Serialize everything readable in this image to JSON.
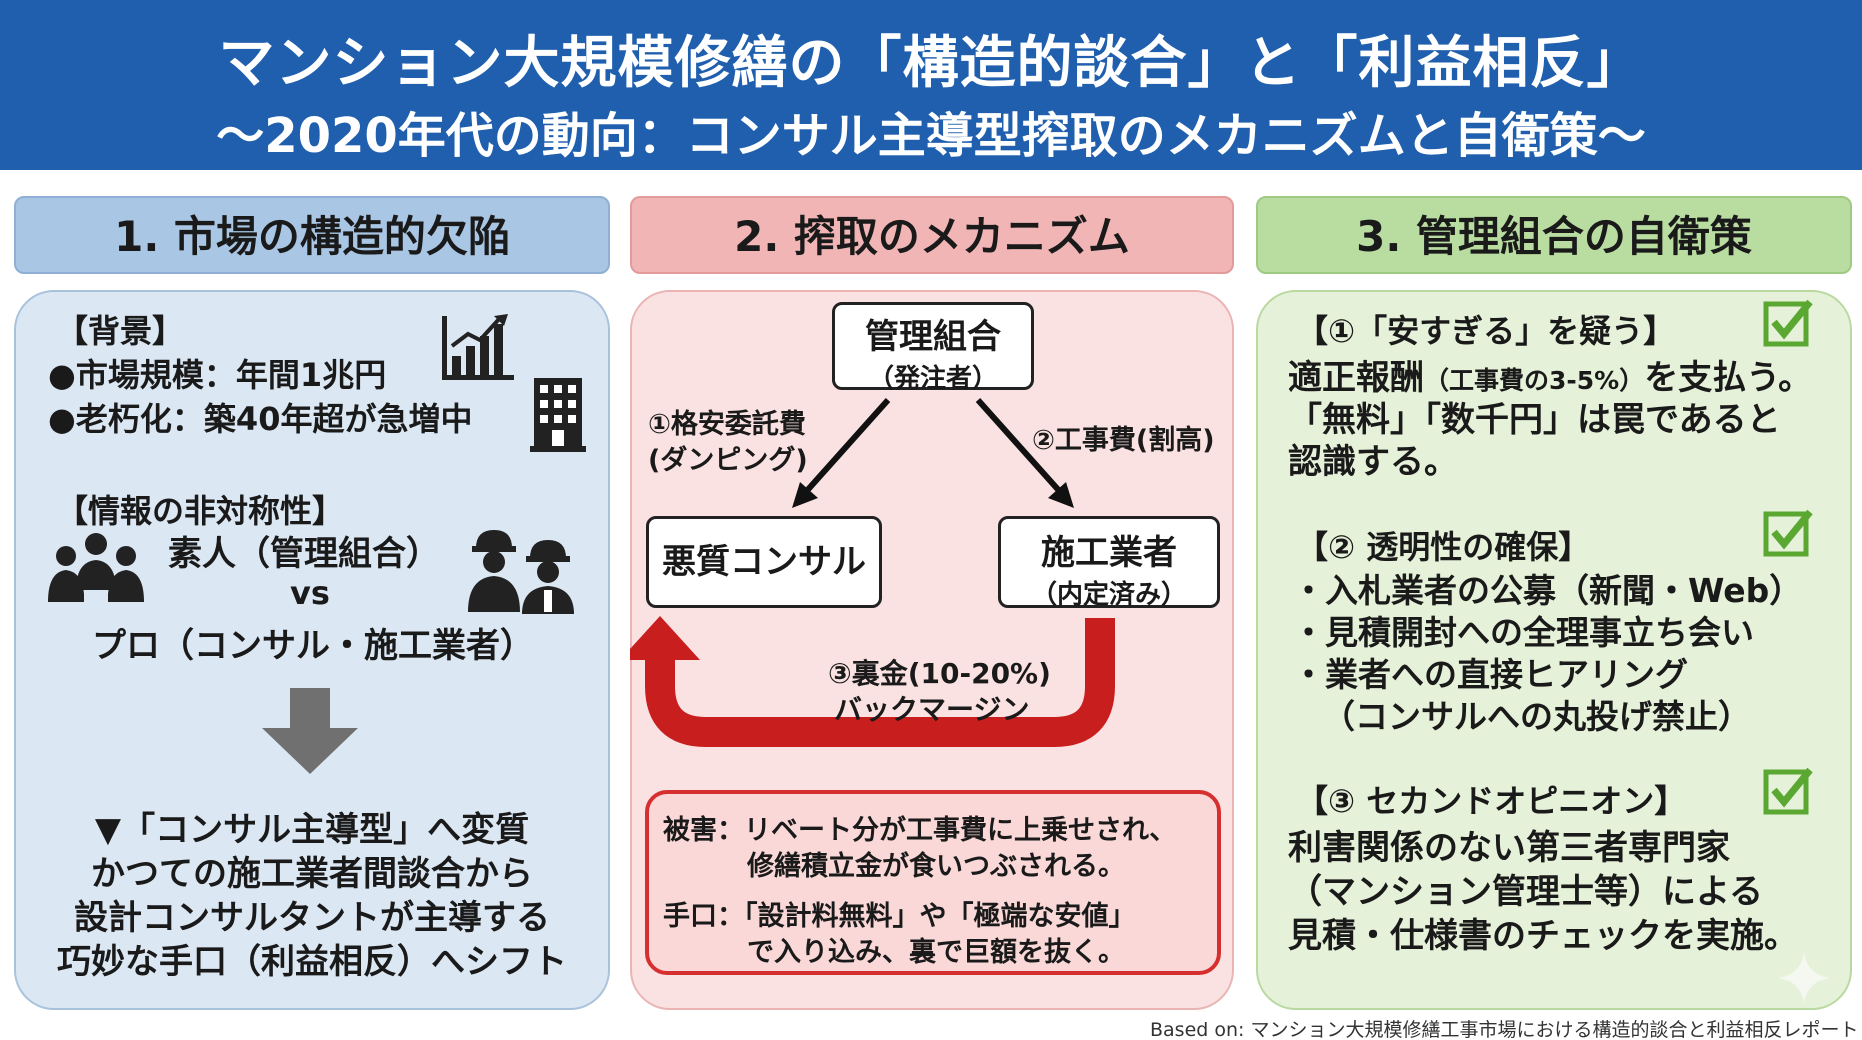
{
  "header": {
    "title": "マンション大規模修繕の「構造的談合」と「利益相反」",
    "subtitle": "〜2020年代の動向：コンサル主導型搾取のメカニズムと自衛策〜"
  },
  "col1": {
    "heading": "1. 市場の構造的欠陥",
    "background_label": "【背景】",
    "market_size": "●市場規模：年間1兆円",
    "aging": "●老朽化：築40年超が急増中",
    "asymmetry_label": "【情報の非対称性】",
    "amateur": "素人（管理組合）",
    "vs": "vs",
    "pro": "プロ（コンサル・施工業者）",
    "conclusion": [
      "▼「コンサル主導型」へ変質",
      "かつての施工業者間談合から",
      "設計コンサルタントが主導する",
      "巧妙な手口（利益相反）へシフト"
    ],
    "icons": [
      "bar-chart-icon",
      "building-icon",
      "people-group-icon",
      "workers-icon",
      "down-arrow-icon"
    ]
  },
  "col2": {
    "heading": "2. 搾取のメカニズム",
    "client_box": {
      "title": "管理組合",
      "sub": "（発注者）"
    },
    "consultant_box": {
      "title": "悪質コンサル"
    },
    "contractor_box": {
      "title": "施工業者",
      "sub": "（内定済み）"
    },
    "flow1": [
      "①格安委託費",
      "(ダンピング)"
    ],
    "flow2": "②工事費(割高)",
    "flow3": [
      "③裏金(10-20%)",
      "バックマージン"
    ],
    "harm": [
      "被害：リベート分が工事費に上乗せされ、",
      "修繕積立金が食いつぶされる。"
    ],
    "method": [
      "手口：「設計料無料」や「極端な安値」",
      "で入り込み、裏で巨額を抜く。"
    ],
    "accent_color": "#c81e1e"
  },
  "col3": {
    "heading": "3. 管理組合の自衛策",
    "item1": {
      "title": "【①「安すぎる」を疑う】",
      "lines": [
        "適正報酬",
        "（工事費の3-5%）",
        "を支払う。",
        "「無料」「数千円」は罠であると",
        "認識する。"
      ]
    },
    "item2": {
      "title": "【② 透明性の確保】",
      "lines": [
        "・入札業者の公募（新聞・Web）",
        "・見積開封への全理事立ち会い",
        "・業者への直接ヒアリング",
        "（コンサルへの丸投げ禁止）"
      ]
    },
    "item3": {
      "title": "【③ セカンドオピニオン】",
      "lines": [
        "利害関係のない第三者専門家",
        "（マンション管理士等）による",
        "見積・仕様書のチェックを実施。"
      ]
    },
    "check_color": "#5aa832"
  },
  "footer": "Based on: マンション大規模修繕工事市場における構造的談合と利益相反レポート"
}
